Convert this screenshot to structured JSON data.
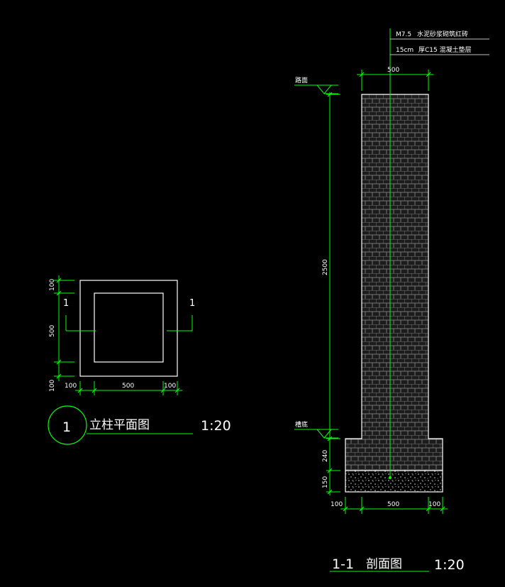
{
  "colors": {
    "background": "#000000",
    "line": "#ffffff",
    "dimension": "#00ff00",
    "brick": "#1c1c1c"
  },
  "plan": {
    "section_mark": "1",
    "dims": {
      "top": "100",
      "middle": "500",
      "bottom": "100",
      "left": "100",
      "center": "500",
      "right": "100"
    },
    "title": {
      "number": "1",
      "name": "立柱平面图",
      "scale": "1:20"
    }
  },
  "section": {
    "note_line1_code": "M7.5",
    "note_line1_text": "水泥砂浆砌筑红砖",
    "note_line2_code": "15cm",
    "note_line2_text": "厚C15  混凝土垫层",
    "width_dim": "500",
    "road_label": "路面",
    "bottom_label": "槽底",
    "height_dim": "2500",
    "footing_dim": "240",
    "base_dim": "150",
    "bottom_dims": {
      "left": "100",
      "center": "500",
      "right": "100"
    },
    "title": {
      "code": "1-1",
      "name": "剖面图",
      "scale": "1:20"
    }
  }
}
